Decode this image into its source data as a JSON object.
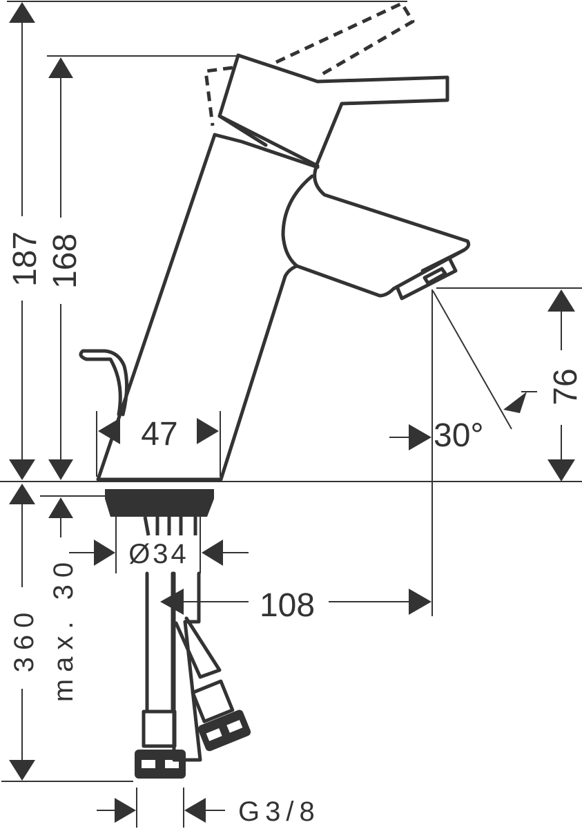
{
  "drawing": {
    "subject": "Single-lever basin mixer faucet dimension drawing",
    "units": "mm",
    "line_color": "#333333",
    "background": "#ffffff"
  },
  "dimensions": {
    "total_height": "187",
    "spout_top_height": "168",
    "base_width": "47",
    "spout_outlet_height": "76",
    "spout_angle": "30°",
    "spout_reach": "108",
    "mount_hole_diameter": "Ø34",
    "deck_thickness": "max. 30",
    "hose_length": "360",
    "connection_thread": "G3/8"
  }
}
